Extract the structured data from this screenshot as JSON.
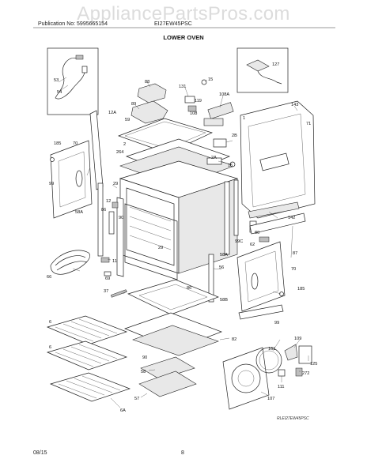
{
  "watermark": "AppliancePartsPros.com",
  "header": {
    "publication": "Publication No: 5995665154",
    "model": "EI27EW45PSC"
  },
  "title": "LOWER OVEN",
  "footer": {
    "date": "08/15",
    "page": "8"
  },
  "drawing_ref": "RLEI27EW45PSC",
  "labels": {
    "l1": "53",
    "l2": "54",
    "l3": "127",
    "l4": "88",
    "l5": "131",
    "l6": "15",
    "l7": "108A",
    "l8": "119",
    "l9": "89",
    "l10": "12A",
    "l11": "108",
    "l12": "59",
    "l13": "143",
    "l14": "71",
    "l15": "1",
    "l16": "2B",
    "l17": "185",
    "l18": "70",
    "l19": "264",
    "l20": "2",
    "l21": "2A",
    "l22": "15",
    "l23": "99",
    "l24": "29",
    "l25": "12",
    "l26": "86",
    "l27": "58A",
    "l28": "90",
    "l29": "142",
    "l30": "80",
    "l31": "99C",
    "l32": "62",
    "l33": "58A",
    "l34": "87",
    "l35": "66",
    "l36": "70",
    "l37": "11",
    "l38": "69",
    "l39": "56",
    "l40": "29",
    "l41": "37",
    "l42": "86",
    "l43": "58B",
    "l44": "185",
    "l45": "99",
    "l46": "6",
    "l47": "82",
    "l48": "6",
    "l49": "161",
    "l50": "109",
    "l51": "90",
    "l52": "58",
    "l53": "272",
    "l54": "125",
    "l55": "57",
    "l56": "111",
    "l57": "6A",
    "l58": "107"
  }
}
